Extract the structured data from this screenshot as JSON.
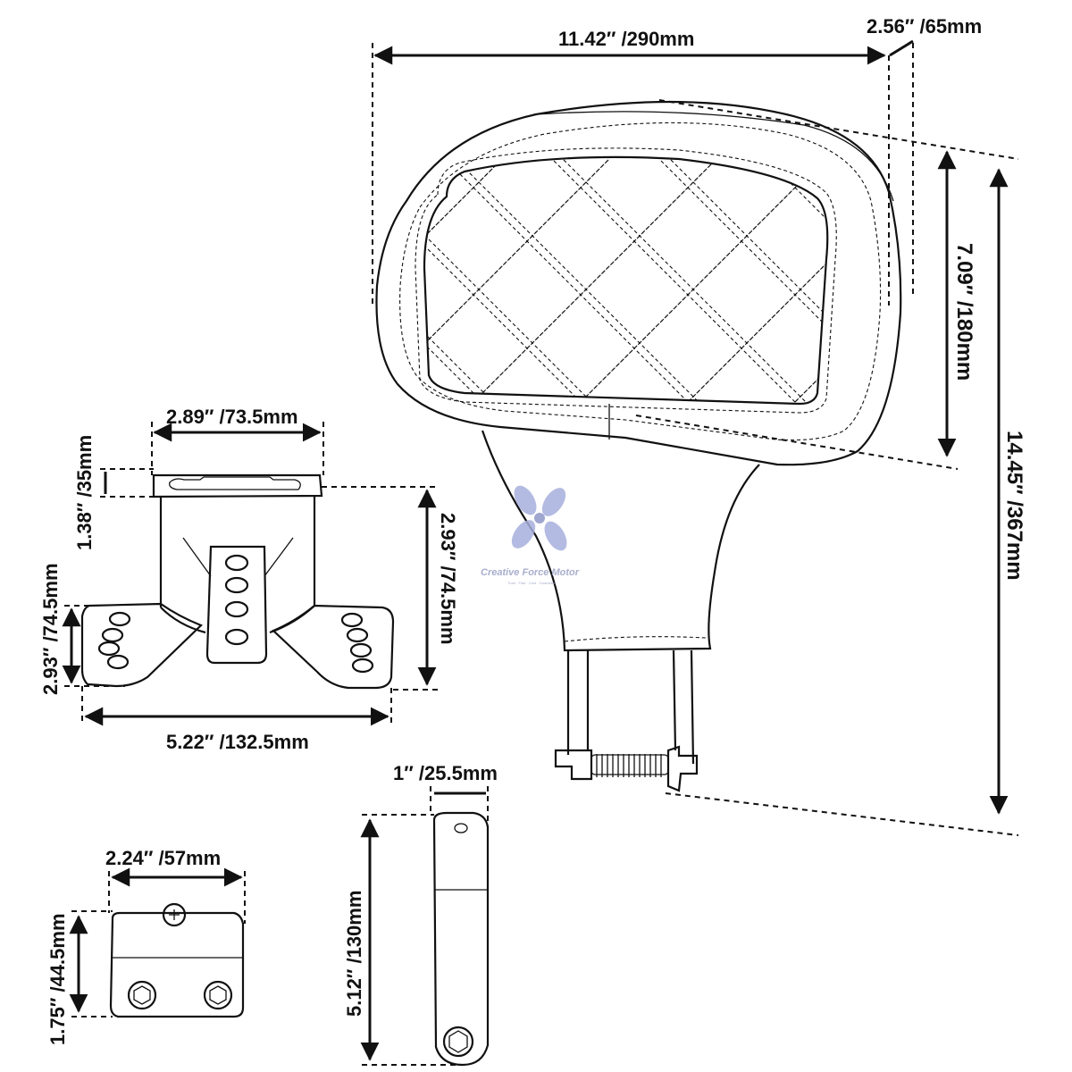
{
  "dimensions": {
    "backrest_width": "11.42″ /290mm",
    "backrest_depth": "2.56″ /65mm",
    "pad_height": "7.09″ /180mm",
    "total_height": "14.45″ /367mm",
    "bracket_top_width": "2.89″ /73.5mm",
    "bracket_top_thickness": "1.38″ /35mm",
    "bracket_height": "2.93″ /74.5mm",
    "bracket_foot_height": "2.93″ /74.5mm",
    "bracket_base_width": "5.22″ /132.5mm",
    "strap_width": "1″ /25.5mm",
    "strap_length": "5.12″ /130mm",
    "clamp_width": "2.24″ /57mm",
    "clamp_height": "1.75″ /44.5mm"
  },
  "watermark": {
    "brand": "Creative Force Motor",
    "tagline": "Trust · Fast · Cost · Guarantee"
  },
  "colors": {
    "line": "#111111",
    "watermark": "#9aa0c4"
  }
}
